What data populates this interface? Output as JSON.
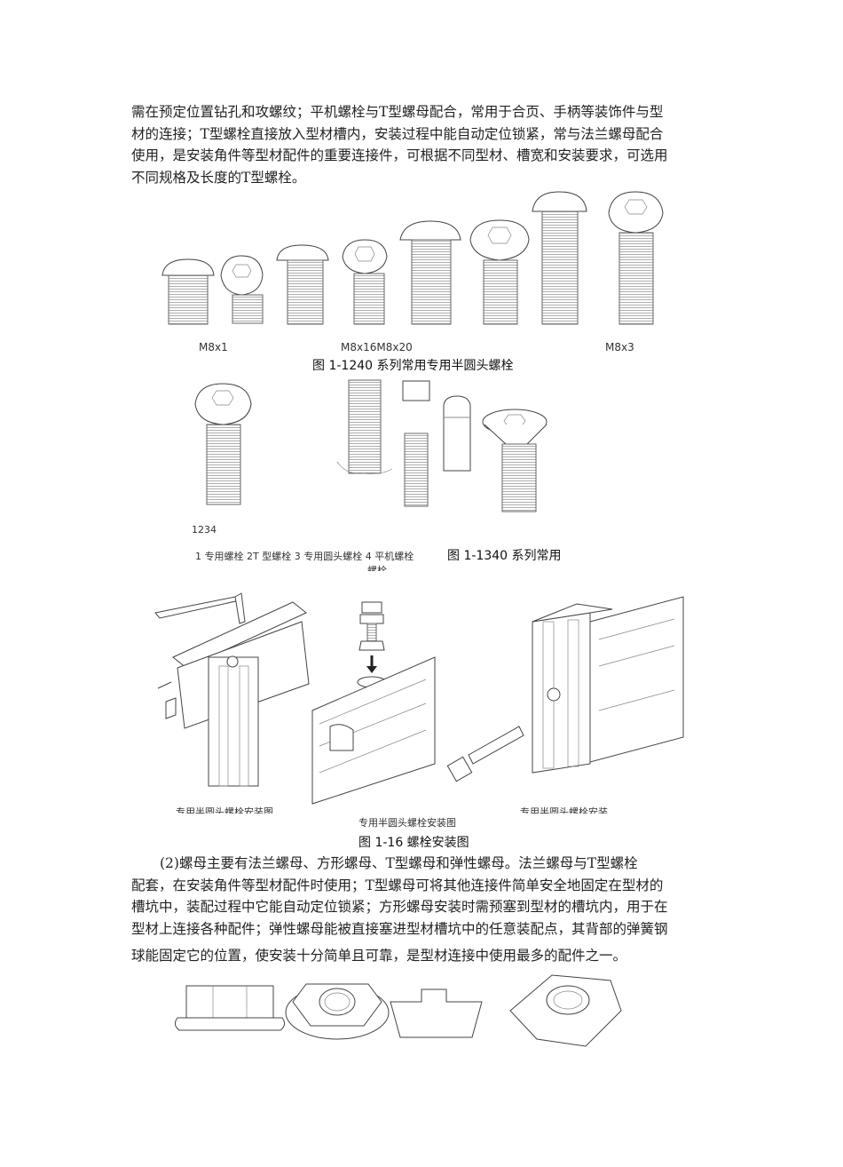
{
  "paragraph1": [
    "需在预定位置钻孔和攻螺纹；平机螺栓与T型螺母配合，常用于合页、手柄等装饰件与型",
    "材的连接；T型螺栓直接放入型材槽内，安装过程中能自动定位锁紧，常与法兰螺母配合",
    "使用，是安装角件等型材配件的重要连接件，可根据不同型材、槽宽和安装要求，可选用",
    "不同规格及长度的T型螺栓。"
  ],
  "fig12": {
    "labels": [
      "M8x1",
      "M8x16M8x20",
      "M8x3"
    ],
    "caption": "图 1-1240 系列常用专用半圆头螺栓"
  },
  "fig13": {
    "numbers": "1234",
    "caption_small": "1 专用螺栓 2T 型螺栓 3 专用圆头螺栓 4 平机螺栓",
    "caption_big": "图 1-1340 系列常用",
    "caption_cut": "螺栓"
  },
  "fig16": {
    "label_left": "专用半圆头螺栓安装图",
    "label_mid": "专用半圆头螺栓安装图",
    "label_right": "专用半圆头螺栓安装",
    "caption": "图 1-16 螺栓安装图"
  },
  "paragraph2": [
    "(2)螺母主要有法兰螺母、方形螺母、T型螺母和弹性螺母。法兰螺母与T型螺栓",
    "配套，在安装角件等型材配件时使用；T型螺母可将其他连接件简单安全地固定在型材的",
    "槽坑中，装配过程中它能自动定位锁紧；方形螺母安装时需预塞到型材的槽坑内，用于在",
    "型材上连接各种配件；弹性螺母能被直接塞进型材槽坑中的任意装配点，其背部的弹簧钢",
    "球能固定它的位置，使安装十分简单且可靠，是型材连接中使用最多的配件之一。"
  ]
}
